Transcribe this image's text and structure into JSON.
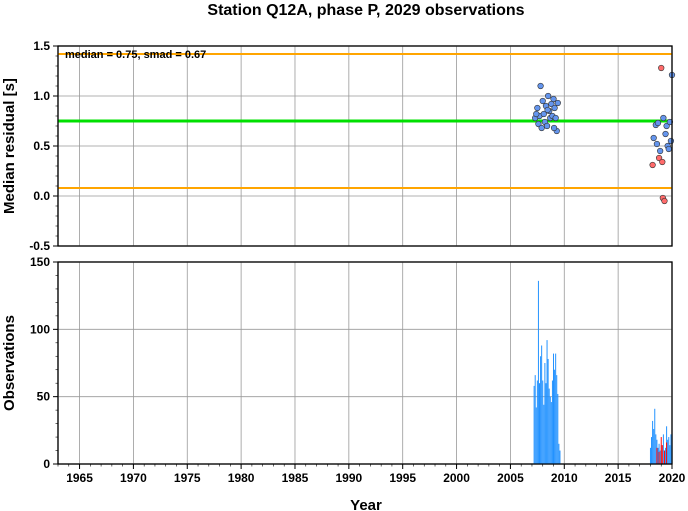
{
  "chart_data": [
    {
      "type": "scatter",
      "title": "Station Q12A, phase P, 2029 observations",
      "xlabel": "",
      "ylabel": "Median residual [s]",
      "xlim": [
        1963,
        2020
      ],
      "ylim": [
        -0.5,
        1.5
      ],
      "yticks": [
        "-0.5",
        "0.0",
        "0.5",
        "1.0",
        "1.5"
      ],
      "annotation": "median = 0.75, smad = 0.67",
      "reference_lines": [
        {
          "role": "median",
          "y": 0.75,
          "color": "#00e000"
        },
        {
          "role": "upper",
          "y": 1.42,
          "color": "#ffa500"
        },
        {
          "role": "lower",
          "y": 0.08,
          "color": "#ffa500"
        }
      ],
      "series": [
        {
          "color": "#6495ed",
          "points": [
            [
              2007.3,
              0.78
            ],
            [
              2007.5,
              0.88
            ],
            [
              2007.6,
              0.72
            ],
            [
              2007.7,
              0.8
            ],
            [
              2007.8,
              1.1
            ],
            [
              2007.9,
              0.68
            ],
            [
              2008.0,
              0.95
            ],
            [
              2008.1,
              0.82
            ],
            [
              2008.2,
              0.74
            ],
            [
              2008.3,
              0.9
            ],
            [
              2008.4,
              0.7
            ],
            [
              2008.5,
              1.0
            ],
            [
              2008.6,
              0.85
            ],
            [
              2008.7,
              0.78
            ],
            [
              2008.8,
              0.92
            ],
            [
              2008.9,
              0.8
            ],
            [
              2009.0,
              0.97
            ],
            [
              2009.1,
              0.88
            ],
            [
              2009.2,
              0.78
            ],
            [
              2009.3,
              0.65
            ],
            [
              2009.4,
              0.93
            ],
            [
              2007.4,
              0.82
            ],
            [
              2008.45,
              0.86
            ],
            [
              2009.05,
              0.68
            ],
            [
              2018.3,
              0.58
            ],
            [
              2018.5,
              0.71
            ],
            [
              2018.6,
              0.52
            ],
            [
              2018.7,
              0.73
            ],
            [
              2018.9,
              0.45
            ],
            [
              2019.2,
              0.78
            ],
            [
              2019.4,
              0.62
            ],
            [
              2019.5,
              0.7
            ],
            [
              2019.6,
              0.5
            ],
            [
              2019.7,
              0.47
            ],
            [
              2019.9,
              0.55
            ],
            [
              2020.0,
              1.21
            ],
            [
              2019.8,
              0.74
            ]
          ]
        },
        {
          "color": "#ff6b6b",
          "points": [
            [
              2018.2,
              0.31
            ],
            [
              2018.8,
              0.38
            ],
            [
              2019.0,
              1.28
            ],
            [
              2019.1,
              0.34
            ],
            [
              2019.15,
              -0.02
            ],
            [
              2019.3,
              -0.05
            ]
          ]
        }
      ]
    },
    {
      "type": "bar",
      "xlabel": "Year",
      "ylabel": "Observations",
      "xlim": [
        1963,
        2020
      ],
      "ylim": [
        0,
        150
      ],
      "yticks": [
        "0",
        "50",
        "100",
        "150"
      ],
      "xticks": [
        "1965",
        "1970",
        "1975",
        "1980",
        "1985",
        "1990",
        "1995",
        "2000",
        "2005",
        "2010",
        "2015",
        "2020"
      ],
      "series": [
        {
          "color": "#1e90ff",
          "x": [
            2007.2,
            2007.3,
            2007.4,
            2007.5,
            2007.6,
            2007.7,
            2007.8,
            2007.9,
            2008.0,
            2008.1,
            2008.2,
            2008.3,
            2008.4,
            2008.5,
            2008.6,
            2008.7,
            2008.8,
            2008.9,
            2009.0,
            2009.1,
            2009.2,
            2009.3,
            2009.4,
            2009.5,
            2009.6,
            2018.0,
            2018.1,
            2018.2,
            2018.3,
            2018.4,
            2018.5,
            2018.6,
            2018.7,
            2018.8,
            2018.9,
            2019.0,
            2019.2,
            2019.4,
            2019.5,
            2019.6,
            2019.7,
            2019.8,
            2019.9,
            2020.0
          ],
          "values": [
            58,
            66,
            42,
            62,
            136,
            60,
            80,
            88,
            62,
            44,
            75,
            60,
            92,
            78,
            56,
            50,
            46,
            62,
            82,
            70,
            82,
            66,
            52,
            15,
            10,
            12,
            20,
            32,
            26,
            41,
            22,
            18,
            12,
            15,
            10,
            14,
            22,
            12,
            28,
            18,
            20,
            14,
            22,
            12
          ]
        },
        {
          "color": "#ff0000",
          "x": [
            2018.6,
            2018.8,
            2019.0,
            2019.1,
            2019.3,
            2019.5
          ],
          "values": [
            12,
            9,
            20,
            14,
            10,
            16
          ]
        }
      ]
    }
  ]
}
